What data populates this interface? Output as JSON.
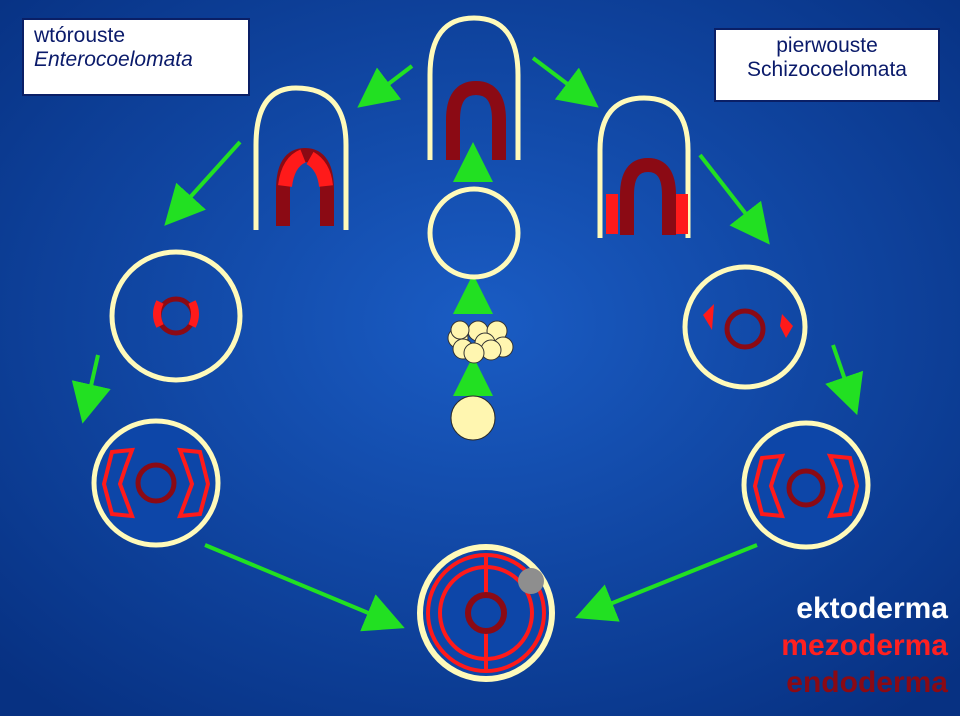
{
  "labels": {
    "deuterostome": {
      "title": "wtórouste",
      "subtitle": "Enterocoelomata"
    },
    "protostome": {
      "title": "pierwouste",
      "subtitle": "Schizocoelomata"
    }
  },
  "legend": [
    {
      "label": "ektoderma",
      "color": "#ffffff"
    },
    {
      "label": "mezoderma",
      "color": "#ff2020"
    },
    {
      "label": "endoderma",
      "color": "#8b0a14"
    }
  ],
  "colors": {
    "background": "#0b3f9c",
    "ectoderm_fill": "#fffaba",
    "ectoderm_stroke": "#e6dc7a",
    "mesoderm": "#ff1a1a",
    "endoderm": "#8b0a14",
    "arrow": "#22e022",
    "egg": "#fff6b0"
  }
}
